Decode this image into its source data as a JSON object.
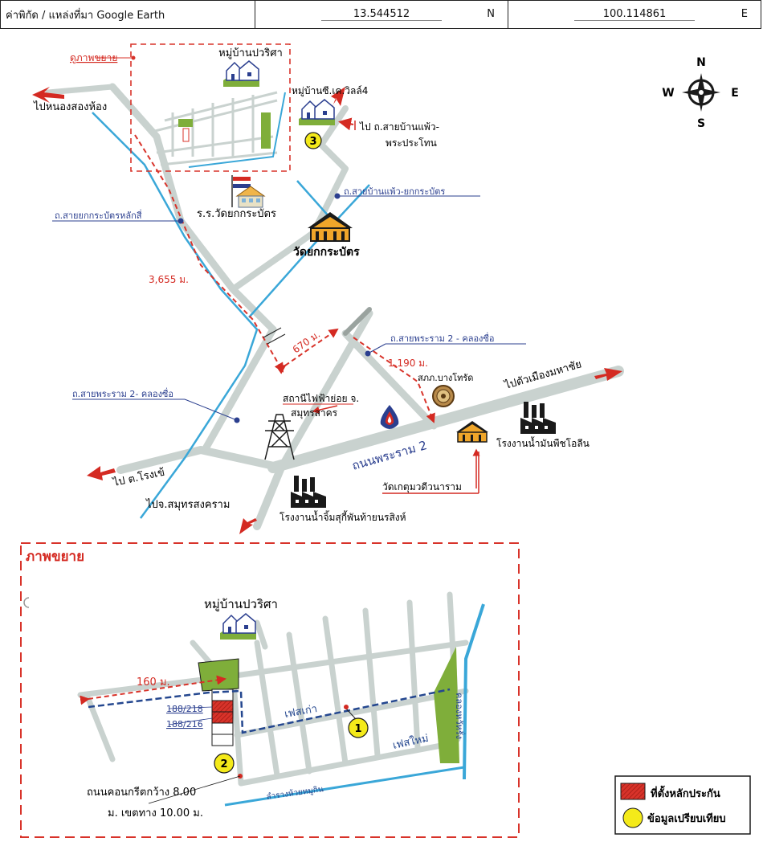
{
  "header": {
    "coord_label": "ค่าพิกัด / แหล่งที่มา Google Earth",
    "lat": "13.544512",
    "lat_dir": "N",
    "lon": "100.114861",
    "lon_dir": "E"
  },
  "compass": {
    "n": "N",
    "s": "S",
    "e": "E",
    "w": "W"
  },
  "labels": {
    "enlarge_link": "ดูภาพขยาย",
    "village_pawrisa": "หมู่บ้านปวริศา",
    "village_ck": "หมู่บ้านซี.เค.วิลล์4",
    "to_nongsonghong": "ไปหนองสองห้อง",
    "to_baanphaew_1": "ไป ถ.สายบ้านแพ้ว-",
    "to_baanphaew_2": "พระประโทน",
    "rd_baanphaew_yok": "ถ.สายบ้านแพ้ว-ยกกระบัตร",
    "rd_yok_laksi": "ถ.สายยกกระบัตรหลักสี่",
    "school": "ร.ร.วัดยกกระบัตร",
    "temple_yok": "วัดยกกระบัตร",
    "dist_3655": "3,655 ม.",
    "dist_670": "670 ม.",
    "dist_1190": "1,190 ม.",
    "rd_rama2_klong_right": "ถ.สายพระราม 2 - คลองซื่อ",
    "rd_rama2_klong_left": "ถ.สายพระราม 2- คลองซื่อ",
    "police": "สภภ.บางโทรัด",
    "to_mahachai": "ไปตัวเมืองมหาชัย",
    "substation_1": "สถานีไฟฟ้าย่อย จ.",
    "substation_2": "สมุทรสาคร",
    "oil_factory": "โรงงานน้ำมันพืชโอลีน",
    "rama2_road": "ถนนพระราม 2",
    "to_rongkhe": "ไป ต.โรงเข้",
    "to_samutsongkhram": "ไปจ.สมุทรสงคราม",
    "temple_ketu": "วัดเกตุมวดีวนาราม",
    "sauce_factory": "โรงงานน้ำจิ้มสุกี้พันท้ายนรสิงห์",
    "enlarge_title": "ภาพขยาย",
    "dist_160": "160 ม.",
    "plot_188_218": "188/218",
    "plot_188_216": "188/216",
    "phase_old": "เฟสเก่า",
    "phase_new": "เฟสใหม่",
    "canal_right": "คลองหวัหรั่ง",
    "canal_bottom": "ลำรางห้วยหมูกิน",
    "concrete_1": "ถนนคอนกรีตกว้าง 8.00",
    "concrete_2": "ม. เขตทาง 10.00 ม.",
    "marker_1": "1",
    "marker_2": "2",
    "marker_3": "3"
  },
  "legend": {
    "collateral": "ที่ตั้งหลักประกัน",
    "comparison": "ข้อมูลเปรียบเทียบ"
  },
  "colors": {
    "road": "#c9d2cf",
    "canal": "#3aa7d8",
    "arrow_red": "#d42a22",
    "dash_red": "#d8332a",
    "label_blue": "#2b3f8f",
    "green_plot": "#7fae3a",
    "marker_yellow": "#f4ea1a",
    "phase_blue": "#24478f"
  }
}
